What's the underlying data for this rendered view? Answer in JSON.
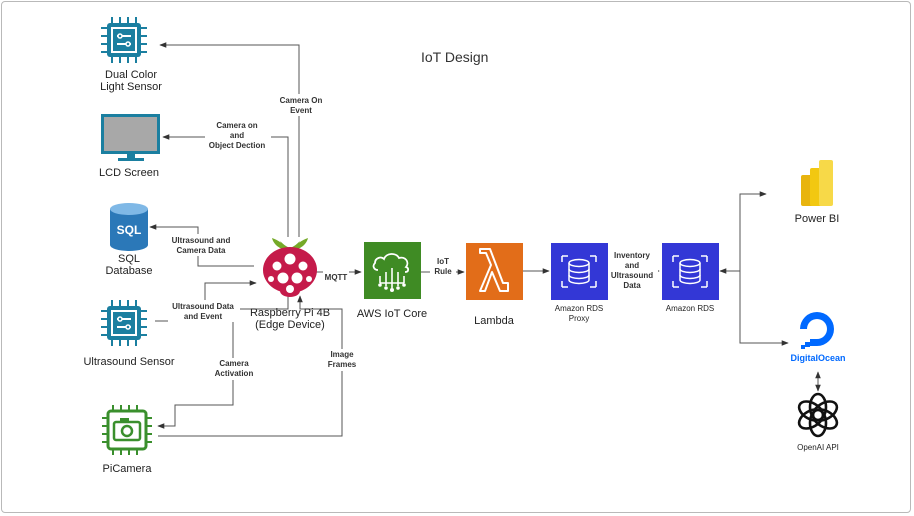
{
  "title": "IoT Design",
  "nodes": {
    "light_sensor": "Dual Color\nLight Sensor",
    "lcd": "LCD Screen",
    "sql": "SQL\nDatabase",
    "sql_icon_text": "SQL",
    "ultrasound": "Ultrasound Sensor",
    "picamera": "PiCamera",
    "raspberry": "Raspberry Pi 4B\n(Edge Device)",
    "iot_core": "AWS IoT Core",
    "lambda": "Lambda",
    "rds_proxy": "Amazon RDS\nProxy",
    "rds": "Amazon RDS",
    "powerbi": "Power BI",
    "digitalocean": "DigitalOcean",
    "openai": "OpenAI API"
  },
  "edges": {
    "camera_on_event": "Camera On\nEvent",
    "camera_on_detection": "Camera on\nand\nObject Dection",
    "ultrasound_camera_data": "Ultrasound and\nCamera Data",
    "ultrasound_data_event": "Ultrasound Data\nand Event",
    "camera_activation": "Camera\nActivation",
    "image_frames": "Image\nFrames",
    "mqtt": "MQTT",
    "iot_rule": "IoT\nRule",
    "inventory_data": "Inventory\nand\nUltrasound\nData"
  },
  "colors": {
    "chip": "#1b7fa0",
    "chip_green": "#3a8f2d",
    "iot_core": "#3f8b24",
    "lambda": "#e26d19",
    "rds": "#3337d6",
    "raspberry": "#c51a4a",
    "leaf": "#75a928",
    "powerbi": "#f2c811",
    "digitalocean": "#0069ff",
    "sql": "#2b78b8"
  },
  "icons": {
    "light_sensor": "chip-icon",
    "lcd": "monitor-icon",
    "sql": "database-icon",
    "ultrasound": "chip-icon",
    "picamera": "camera-chip-icon",
    "raspberry": "raspberry-pi-icon",
    "iot_core": "aws-iot-core-icon",
    "lambda": "aws-lambda-icon",
    "rds_proxy": "aws-rds-icon",
    "rds": "aws-rds-icon",
    "powerbi": "power-bi-icon",
    "digitalocean": "digitalocean-icon",
    "openai": "openai-icon"
  }
}
